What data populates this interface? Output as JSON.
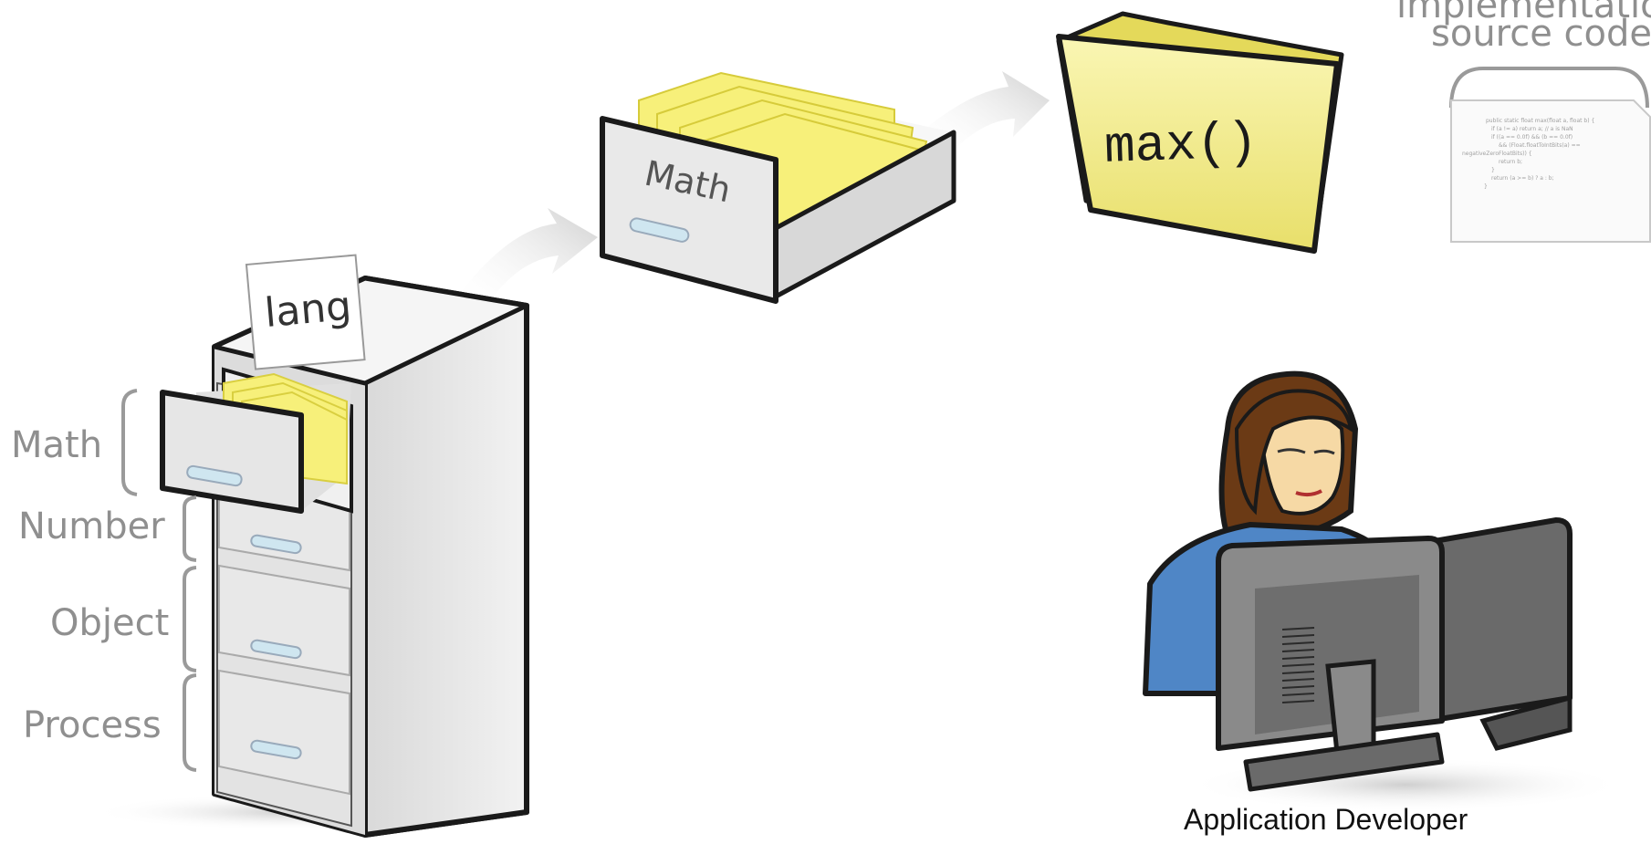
{
  "cabinet": {
    "tab_label": "lang",
    "drawers": [
      {
        "label": "Math"
      },
      {
        "label": "Number"
      },
      {
        "label": "Object"
      },
      {
        "label": "Process"
      }
    ]
  },
  "drawer": {
    "label": "Math"
  },
  "folder": {
    "label": "max()"
  },
  "implementation": {
    "title_line1": "implementation",
    "title_line2": "source code",
    "code_lines": [
      "public static float max(float a, float b) {",
      "if (a != a) return a;   // a is NaN",
      "if ((a == 0.0f) && (b == 0.0f)",
      "&& (Float.floatToIntBits(a) ==",
      "negativeZeroFloatBits)) {",
      "return b;",
      "}",
      "return (a >= b) ? a : b;",
      "}"
    ]
  },
  "developer": {
    "caption": "Application Developer"
  },
  "colors": {
    "folder_yellow": "#f5ee8a",
    "cabinet_gray": "#e6e6e6",
    "label_gray": "#8f8f8f",
    "shirt_blue": "#4f86c6",
    "hair_brown": "#6b3a15"
  }
}
